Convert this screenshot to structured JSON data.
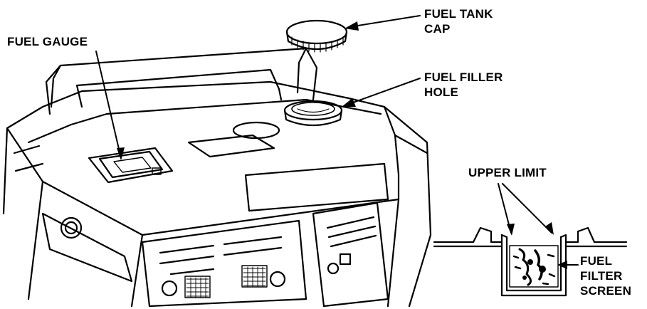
{
  "labels": {
    "fuel_gauge": [
      "FUEL GAUGE"
    ],
    "fuel_tank_cap": [
      "FUEL TANK",
      "CAP"
    ],
    "fuel_filler_hole": [
      "FUEL FILLER",
      "HOLE"
    ],
    "upper_limit": [
      "UPPER LIMIT"
    ],
    "fuel_filter_screen": [
      "FUEL",
      "FILTER",
      "SCREEN"
    ]
  },
  "colors": {
    "ink": "#000000",
    "paper": "#ffffff"
  }
}
